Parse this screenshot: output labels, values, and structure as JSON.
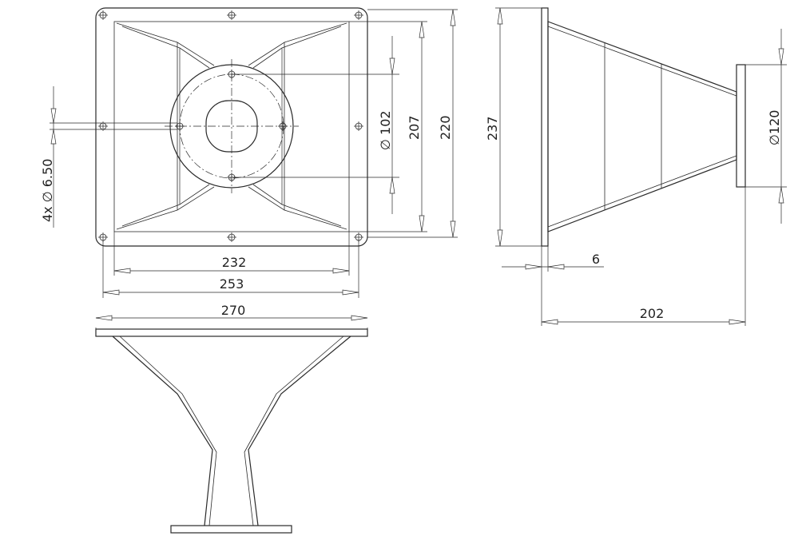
{
  "dimensions": {
    "hole_spec": "4x ∅ 6.50",
    "flange_232": "232",
    "flange_253": "253",
    "width_270": "270",
    "throat_102": "∅ 102",
    "height_207": "207",
    "height_220": "220",
    "side_237": "237",
    "flange_thickness_6": "6",
    "depth_202": "202",
    "mouth_120": "∅120"
  }
}
